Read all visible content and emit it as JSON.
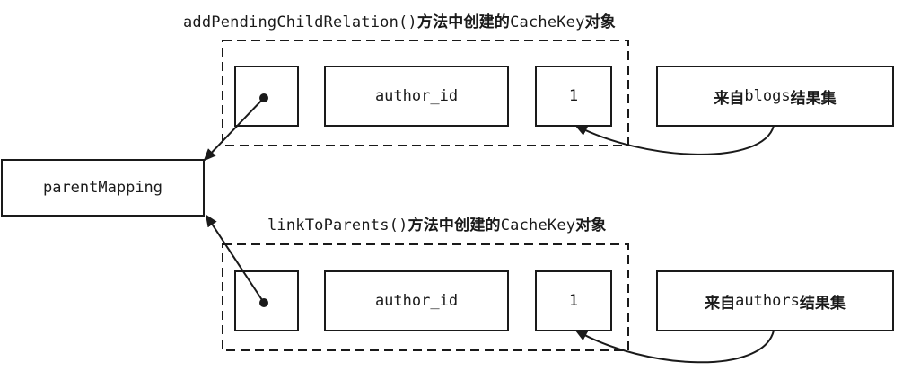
{
  "top_group": {
    "caption_code": "addPendingChildRelation()",
    "caption_text_1": "方法中创建的",
    "caption_code_2": "CacheKey",
    "caption_text_2": "对象",
    "field_author_id": "author_id",
    "field_value": "1",
    "source_prefix": "来自",
    "source_code": "blogs",
    "source_suffix": "结果集"
  },
  "parent": {
    "label": "parentMapping"
  },
  "bottom_group": {
    "caption_code": "linkToParents()",
    "caption_text_1": "方法中创建的",
    "caption_code_2": "CacheKey",
    "caption_text_2": "对象",
    "field_author_id": "author_id",
    "field_value": "1",
    "source_prefix": "来自",
    "source_code": "authors",
    "source_suffix": "结果集"
  },
  "colors": {
    "stroke": "#1a1a1a",
    "background": "#ffffff"
  }
}
